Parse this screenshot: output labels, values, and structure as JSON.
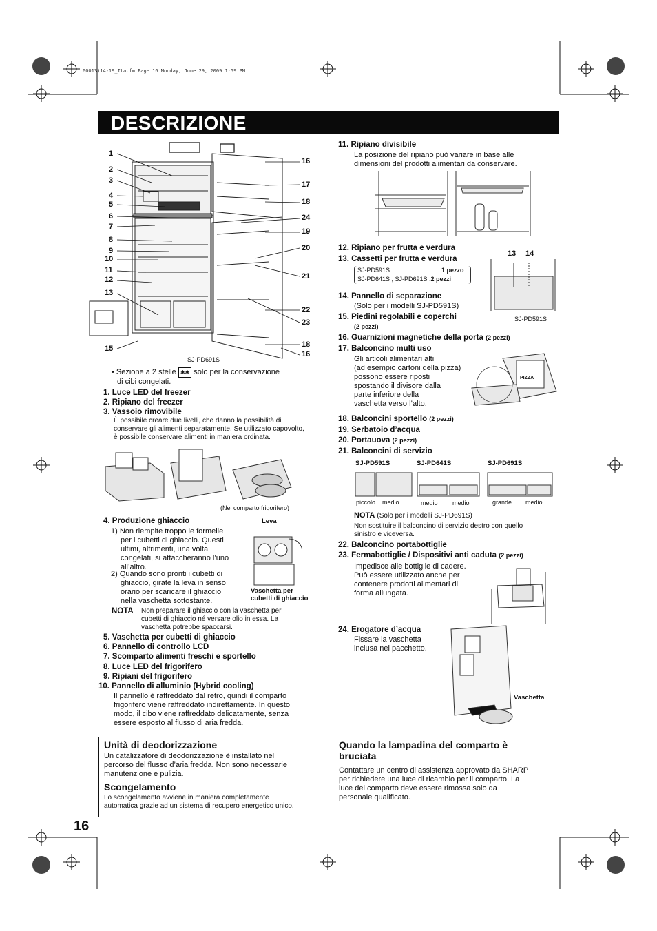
{
  "header": {
    "file_line": "00013)14-19_Ita.fm  Page 16  Monday, June 29, 2009  1:59 PM"
  },
  "title": "DESCRIZIONE",
  "figure_main": {
    "left_numbers": [
      "1",
      "2",
      "3",
      "4",
      "5",
      "6",
      "7",
      "8",
      "9",
      "10",
      "11",
      "12",
      "13",
      "15"
    ],
    "right_numbers": [
      "16",
      "17",
      "18",
      "24",
      "19",
      "20",
      "21",
      "22",
      "23",
      "18",
      "16"
    ],
    "model": "SJ-PD691S"
  },
  "two_star_note": {
    "before": "• Sezione a 2 stelle",
    "after": "solo per la conservazione",
    "line2": "di cibi congelati."
  },
  "left_items": {
    "i1": "1. Luce LED del freezer",
    "i2": "2. Ripiano del freezer",
    "i3": "3. Vassoio rimovibile",
    "i3_desc1": "È possibile creare due livelli, che danno la possibilità di",
    "i3_desc2": "conservare gli alimenti separatamente. Se utilizzato capovolto,",
    "i3_desc3": "è possibile conservare alimenti in maniera ordinata.",
    "tray_caption": "(Nel comparto frigorifero)",
    "i4": "4. Produzione ghiaccio",
    "i4_leva": "Leva",
    "i4_p1": [
      "1) Non riempite troppo le formelle",
      "per i cubetti di ghiaccio. Questi",
      "ultimi, altrimenti, una volta",
      "congelati, si attaccheranno l’uno",
      "all’altro."
    ],
    "i4_p2": [
      "2) Quando sono pronti i cubetti di",
      "ghiaccio, girate la leva in senso",
      "orario per scaricare il ghiaccio",
      "nella vaschetta sottostante."
    ],
    "i4_vaschetta": [
      "Vaschetta per",
      "cubetti di ghiaccio"
    ],
    "nota_label": "NOTA",
    "nota_text": [
      "Non preparare il ghiaccio con la vaschetta per",
      "cubetti di ghiaccio né versare olio in essa. La",
      "vaschetta potrebbe spaccarsi."
    ],
    "i5": "5. Vaschetta per cubetti di ghiaccio",
    "i6": "6. Pannello di controllo LCD",
    "i7": "7. Scomparto alimenti freschi e sportello",
    "i8": "8. Luce LED del frigorifero",
    "i9": "9. Ripiani del frigorifero",
    "i10": "10. Pannello di alluminio (Hybrid cooling)",
    "i10_desc": [
      "Il pannello è raffreddato dal retro, quindi il comparto",
      "frigorifero viene raffreddato indirettamente. In questo",
      "modo, il cibo viene raffreddato delicatamente, senza",
      "essere esposto al flusso di aria fredda."
    ]
  },
  "right_items": {
    "i11": "11. Ripiano divisibile",
    "i11_desc": [
      "La posizione del ripiano può variare in base alle",
      "dimensioni del prodotti alimentari da conservare."
    ],
    "i12": "12. Ripiano per frutta e verdura",
    "i13": "13. Cassetti per frutta e verdura",
    "i13_m1": "SJ-PD591S :",
    "i13_q1": "1 pezzo",
    "i13_m2": "SJ-PD641S , SJ-PD691S :",
    "i13_q2": "2 pezzi",
    "drawer_nums": [
      "13",
      "14"
    ],
    "drawer_model": "SJ-PD591S",
    "i14": "14. Pannello di separazione",
    "i14_desc": "(Solo per i modelli SJ-PD591S)",
    "i15": "15. Piedini regolabili e coperchi",
    "i15_q": "(2 pezzi)",
    "i16": "16. Guarnizioni magnetiche della porta",
    "i16_q": "(2 pezzi)",
    "i17": "17. Balconcino multi uso",
    "i17_desc": [
      "Gli articoli alimentari alti",
      "(ad esempio cartoni della pizza)",
      "possono essere riposti",
      "spostando il divisore dalla",
      "parte inferiore della",
      "vaschetta verso l’alto."
    ],
    "pizza": "PIZZA",
    "i18": "18. Balconcini sportello",
    "i18_q": "(2 pezzi)",
    "i19": "19. Serbatoio d’acqua",
    "i20": "20. Portauova",
    "i20_q": "(2 pezzi)",
    "i21": "21. Balconcini di servizio",
    "models": [
      "SJ-PD591S",
      "SJ-PD641S",
      "SJ-PD691S"
    ],
    "sizes": [
      "piccolo",
      "medio",
      "medio",
      "medio",
      "grande",
      "medio"
    ],
    "i21_nota_label": "NOTA",
    "i21_nota": "(Solo per i modelli SJ-PD691S)",
    "i21_nota_desc": [
      "Non sostituire il balconcino di servizio destro con quello",
      "sinistro e viceversa."
    ],
    "i22": "22. Balconcino portabottiglie",
    "i23": "23. Fermabottiglie / Dispositivi anti caduta",
    "i23_q": "(2 pezzi)",
    "i23_desc": [
      "Impedisce alle bottiglie di cadere.",
      "Può essere utilizzato anche per",
      "contenere prodotti alimentari di",
      "forma allungata."
    ],
    "i24": "24. Erogatore d’acqua",
    "i24_desc": [
      "Fissare la vaschetta",
      "inclusa nel pacchetto."
    ],
    "vaschetta": "Vaschetta"
  },
  "bottom_box": {
    "h1": "Unità di deodorizzazione",
    "p1": [
      "Un catalizzatore di deodorizzazione è installato nel",
      "percorso del flusso d’aria fredda. Non sono necessarie",
      "manutenzione e pulizia."
    ],
    "h2": "Scongelamento",
    "p2": [
      "Lo scongelamento avviene in maniera completamente",
      "automatica grazie ad un sistema di recupero energetico unico."
    ],
    "h3": [
      "Quando la lampadina del comparto è",
      "bruciata"
    ],
    "p3": [
      "Contattare un centro di assistenza approvato da SHARP",
      "per richiedere una luce di ricambio per il comparto. La",
      "luce del comparto deve essere rimossa solo da",
      "personale qualificato."
    ]
  },
  "page_number": "16"
}
